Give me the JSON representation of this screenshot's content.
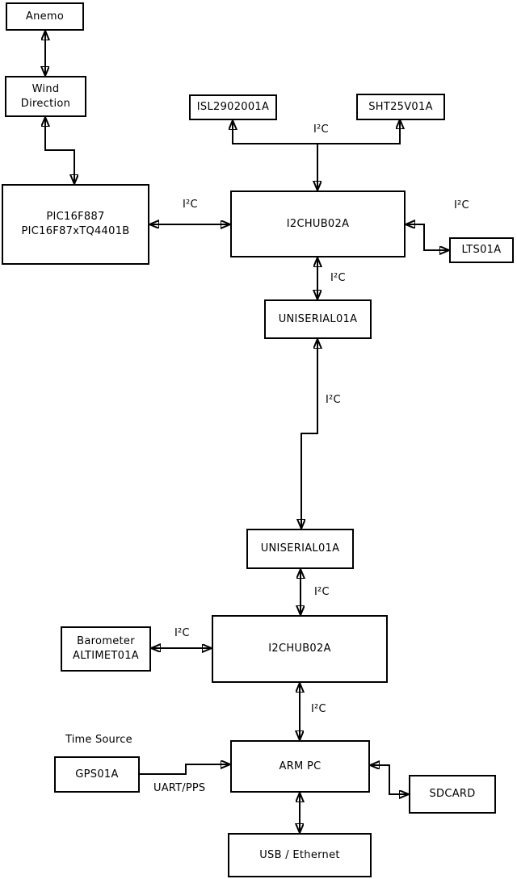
{
  "diagram": {
    "type": "block-diagram",
    "nodes": {
      "anemo": {
        "label": "Anemo"
      },
      "wind_direction": {
        "label": "Wind\nDirection"
      },
      "pic": {
        "label": "PIC16F887\nPIC16F87xTQ4401B"
      },
      "isl": {
        "label": "ISL2902001A"
      },
      "sht": {
        "label": "SHT25V01A"
      },
      "i2chub_top": {
        "label": "I2CHUB02A"
      },
      "lts": {
        "label": "LTS01A"
      },
      "uniserial_top": {
        "label": "UNISERIAL01A"
      },
      "uniserial_bottom": {
        "label": "UNISERIAL01A"
      },
      "barometer": {
        "label": "Barometer\nALTIMET01A"
      },
      "i2chub_bottom": {
        "label": "I2CHUB02A"
      },
      "gps": {
        "label": "GPS01A"
      },
      "arm_pc": {
        "label": "ARM PC"
      },
      "sdcard": {
        "label": "SDCARD"
      },
      "usb_ethernet": {
        "label": "USB / Ethernet"
      }
    },
    "annotations": {
      "time_source": "Time Source"
    },
    "edges": [
      {
        "from": "anemo",
        "to": "wind_direction",
        "bidirectional": true,
        "label": ""
      },
      {
        "from": "wind_direction",
        "to": "pic",
        "bidirectional": true,
        "label": ""
      },
      {
        "from": "pic",
        "to": "i2chub_top",
        "bidirectional": true,
        "label": "I²C"
      },
      {
        "from": "i2chub_top",
        "to": "isl + sht (shared bus)",
        "bidirectional": true,
        "label": "I²C"
      },
      {
        "from": "i2chub_top",
        "to": "lts",
        "bidirectional": true,
        "label": "I²C"
      },
      {
        "from": "i2chub_top",
        "to": "uniserial_top",
        "bidirectional": true,
        "label": "I²C"
      },
      {
        "from": "uniserial_top",
        "to": "uniserial_bottom",
        "bidirectional": true,
        "label": "I²C"
      },
      {
        "from": "uniserial_bottom",
        "to": "i2chub_bottom",
        "bidirectional": true,
        "label": "I²C"
      },
      {
        "from": "barometer",
        "to": "i2chub_bottom",
        "bidirectional": true,
        "label": "I²C"
      },
      {
        "from": "i2chub_bottom",
        "to": "arm_pc",
        "bidirectional": true,
        "label": "I²C"
      },
      {
        "from": "gps",
        "to": "arm_pc",
        "bidirectional": false,
        "label": "UART/PPS"
      },
      {
        "from": "arm_pc",
        "to": "sdcard",
        "bidirectional": true,
        "label": ""
      },
      {
        "from": "arm_pc",
        "to": "usb_ethernet",
        "bidirectional": true,
        "label": ""
      }
    ],
    "colors": {
      "line": "#000000",
      "background": "#ffffff",
      "box_fill": "#ffffff"
    }
  }
}
